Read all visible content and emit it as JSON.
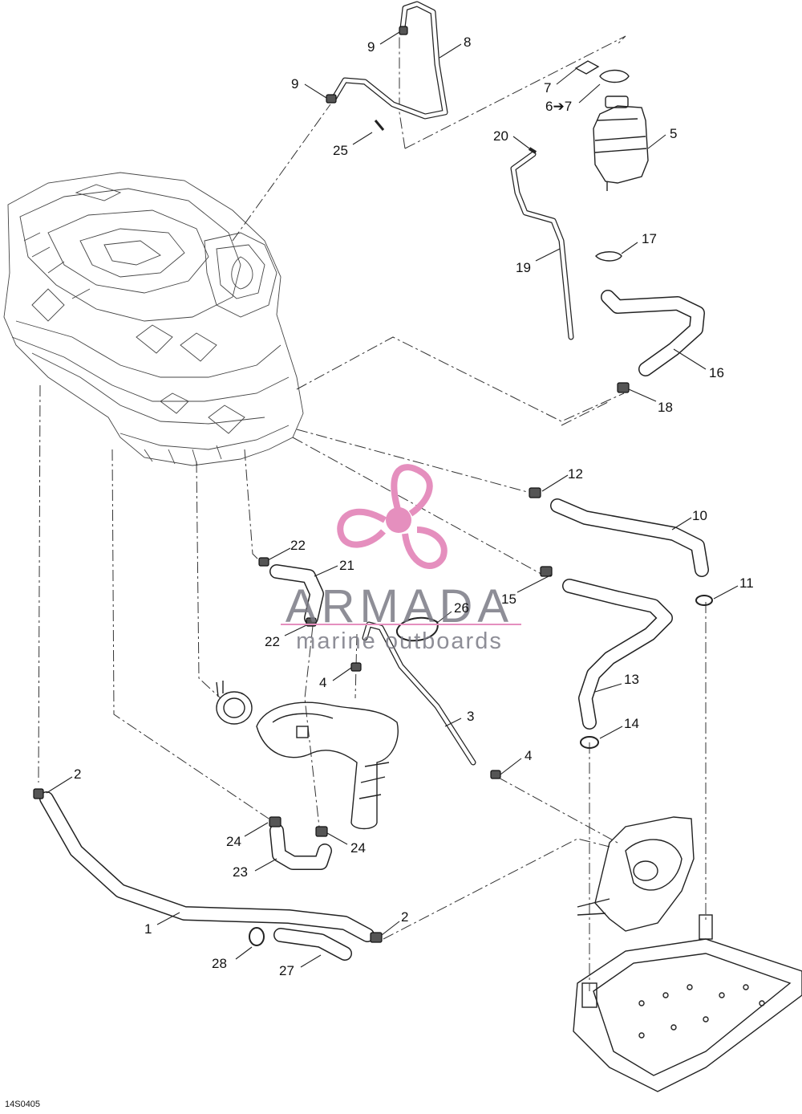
{
  "diagram_code": "14S0405",
  "watermark": {
    "brand": "ARMADA",
    "tagline": "marine outboards",
    "brand_color": "#e58fbe"
  },
  "part_labels": [
    "1",
    "2",
    "2",
    "3",
    "4",
    "4",
    "5",
    "6➔7",
    "7",
    "8",
    "9",
    "9",
    "10",
    "11",
    "12",
    "13",
    "14",
    "15",
    "16",
    "17",
    "18",
    "19",
    "20",
    "21",
    "22",
    "22",
    "23",
    "24",
    "24",
    "25",
    "26",
    "27",
    "28"
  ]
}
